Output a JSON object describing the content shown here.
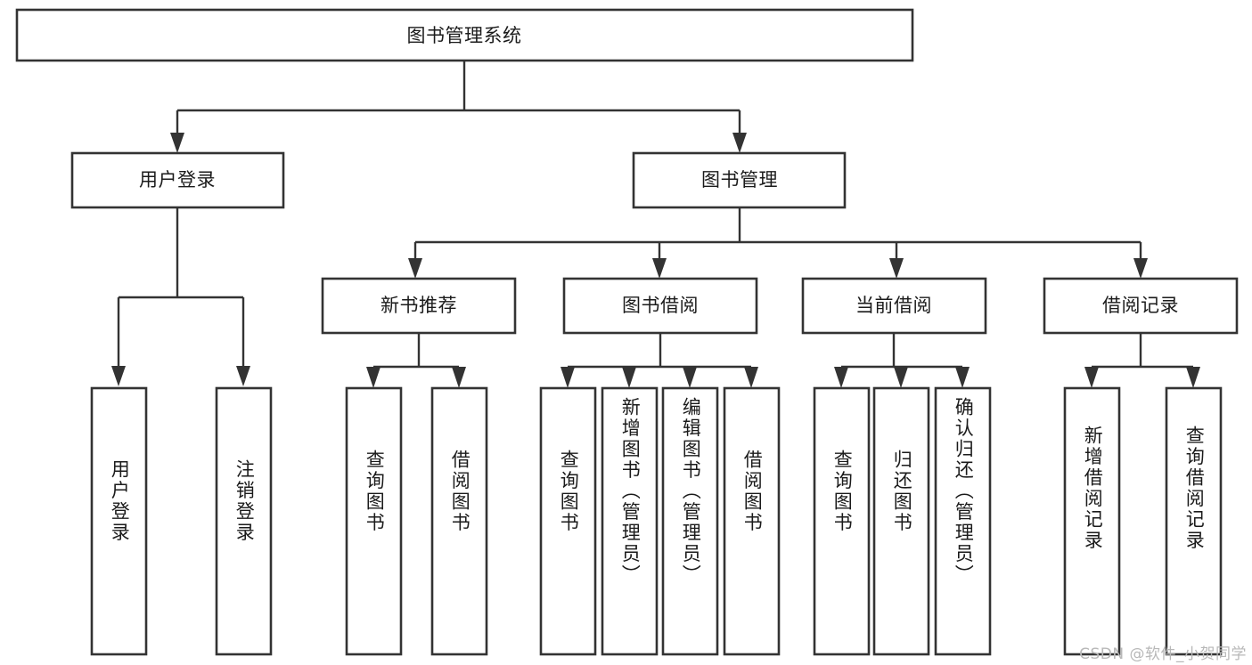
{
  "diagram": {
    "type": "tree-hierarchy",
    "title": "图书管理系统",
    "orientation": "top-down",
    "colors": {
      "box_stroke": "#333333",
      "box_fill": "#ffffff",
      "text": "#1b1b1b",
      "background": "#ffffff",
      "watermark": "#b8b8b8"
    },
    "root": {
      "label": "图书管理系统"
    },
    "level2": [
      {
        "label": "用户登录"
      },
      {
        "label": "图书管理"
      }
    ],
    "level3": [
      {
        "label": "新书推荐"
      },
      {
        "label": "图书借阅"
      },
      {
        "label": "当前借阅"
      },
      {
        "label": "借阅记录"
      }
    ],
    "leaves": {
      "user_login": [
        {
          "label": "用户登录"
        },
        {
          "label": "注销登录"
        }
      ],
      "new_book_recommend": [
        {
          "label": "查询图书"
        },
        {
          "label": "借阅图书"
        }
      ],
      "book_borrow": [
        {
          "label": "查询图书"
        },
        {
          "label": "新增图书（管理员）"
        },
        {
          "label": "编辑图书（管理员）"
        },
        {
          "label": "借阅图书"
        }
      ],
      "current_borrow": [
        {
          "label": "查询图书"
        },
        {
          "label": "归还图书"
        },
        {
          "label": "确认归还（管理员）"
        }
      ],
      "borrow_record": [
        {
          "label": "新增借阅记录"
        },
        {
          "label": "查询借阅记录"
        }
      ]
    }
  },
  "watermark": {
    "text": "CSDN @软件_小贺同学"
  }
}
